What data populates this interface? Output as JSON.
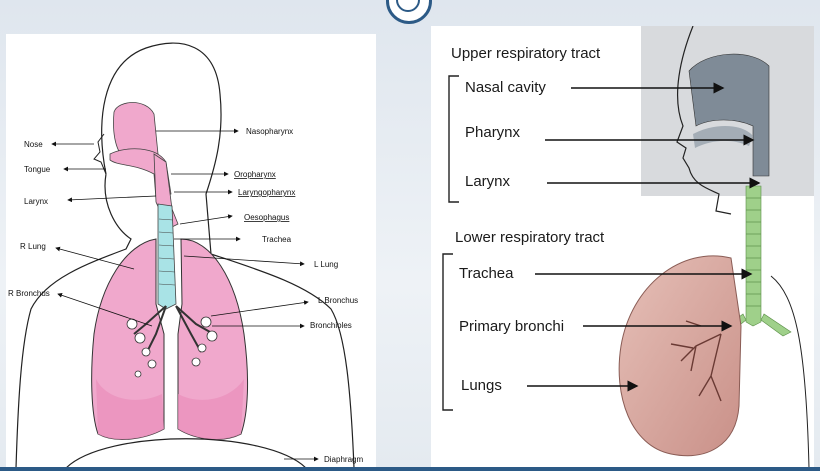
{
  "left_diagram": {
    "labels": {
      "nose": "Nose",
      "tongue": "Tongue",
      "larynx": "Larynx",
      "r_lung": "R Lung",
      "r_bronchus": "R Bronchus",
      "nasopharynx": "Nasopharynx",
      "oropharynx": "Oropharynx",
      "laryngopharynx": "Laryngopharynx",
      "oesophagus": "Oesophagus",
      "trachea": "Trachea",
      "l_lung": "L Lung",
      "l_bronchus": "L Bronchus",
      "bronchioles": "Bronchioles",
      "diaphragm": "Diaphragm"
    }
  },
  "right_diagram": {
    "upper_heading": "Upper respiratory tract",
    "lower_heading": "Lower respiratory tract",
    "labels": {
      "nasal_cavity": "Nasal cavity",
      "pharynx": "Pharynx",
      "larynx": "Larynx",
      "trachea": "Trachea",
      "primary_bronchi": "Primary bronchi",
      "lungs": "Lungs"
    }
  },
  "colors": {
    "lung_pink": "#f0a8cc",
    "trachea_cyan": "#a9e3e6",
    "right_gray": "#c9cdd2",
    "airway_green": "#9fd08a",
    "lung_brown": "#d8aaa2",
    "frame_blue": "#2c5a86"
  }
}
